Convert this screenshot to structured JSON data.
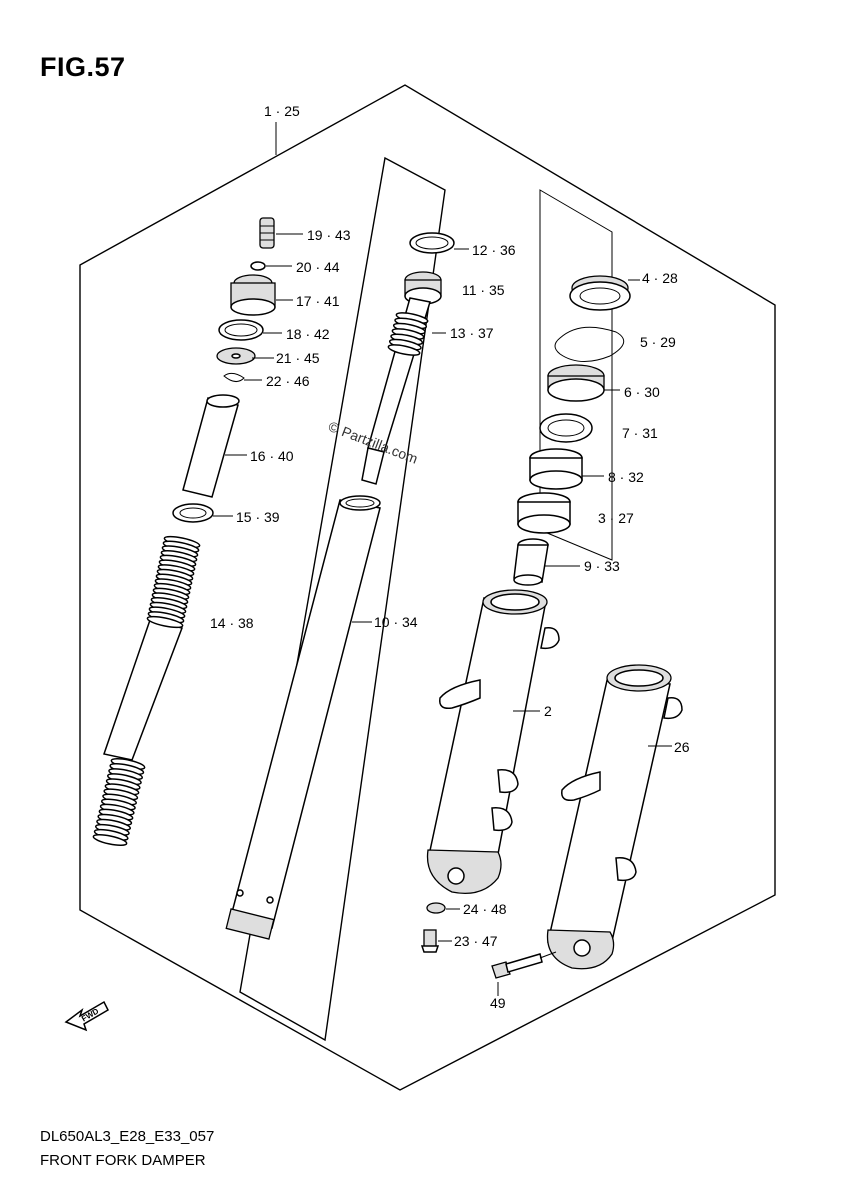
{
  "figure_title": "FIG.57",
  "model_code": "DL650AL3_E28_E33_057",
  "caption": "FRONT FORK DAMPER",
  "watermark": "© Partzilla.com",
  "fwd_label": "FWD",
  "labels": {
    "l_1_25": "1 · 25",
    "l_19_43": "19 · 43",
    "l_20_44": "20 · 44",
    "l_17_41": "17 · 41",
    "l_18_42": "18 · 42",
    "l_21_45": "21 · 45",
    "l_22_46": "22 · 46",
    "l_16_40": "16 · 40",
    "l_15_39": "15 · 39",
    "l_14_38": "14 · 38",
    "l_12_36": "12 · 36",
    "l_11_35": "11 · 35",
    "l_13_37": "13 · 37",
    "l_10_34": "10 · 34",
    "l_4_28": "4 · 28",
    "l_5_29": "5 · 29",
    "l_6_30": "6 · 30",
    "l_7_31": "7 · 31",
    "l_8_32": "8 · 32",
    "l_3_27": "3 · 27",
    "l_9_33": "9 · 33",
    "l_2": "2",
    "l_26": "26",
    "l_24_48": "24 · 48",
    "l_23_47": "23 · 47",
    "l_49": "49"
  }
}
